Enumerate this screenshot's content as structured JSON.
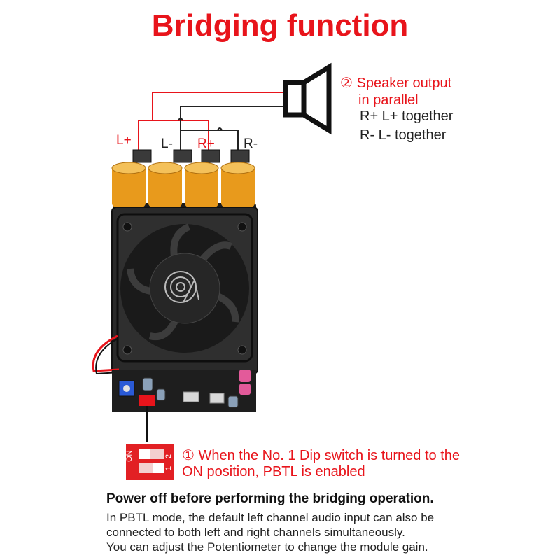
{
  "title": "Bridging function",
  "speaker": {
    "note_line1": "② Speaker output",
    "note_line2": "in parallel",
    "note_line3": "R+ L+ together",
    "note_line4": "R- L- together"
  },
  "terminals": {
    "l_plus": "L+",
    "l_minus": "L-",
    "r_plus": "R+",
    "r_minus": "R-"
  },
  "dip": {
    "on_label": "ON",
    "pos1": "1",
    "pos2": "2",
    "note_line1": "① When the No. 1 Dip switch is turned to the",
    "note_line2": "ON position, PBTL is enabled"
  },
  "warning": "Power off before performing the bridging operation.",
  "info": [
    "In PBTL mode, the default left channel audio input can also be",
    "connected to both left and right channels simultaneously.",
    "You can adjust the Potentiometer to change the module gain."
  ],
  "colors": {
    "accent": "#e8141b",
    "text": "#222222"
  }
}
